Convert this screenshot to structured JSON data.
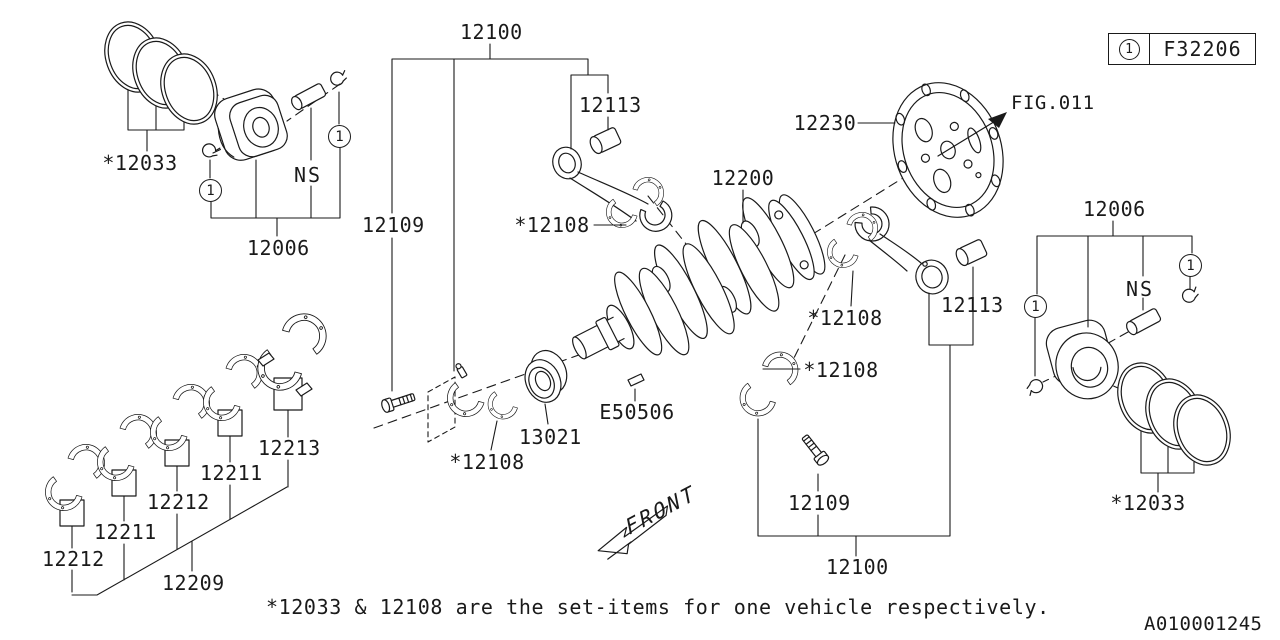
{
  "figure": {
    "caption": "*12033 & 12108 are the set-items for one vehicle respectively.",
    "doc_number": "A010001245"
  },
  "legend": {
    "ref_mark": "1",
    "part_no": "F32206"
  },
  "annotations": {
    "front": "FRONT",
    "fig_ref": "FIG.011",
    "ns": "NS",
    "ref_mark": "1"
  },
  "parts": {
    "piston_ring_set": "*12033",
    "piston_assembly": "12006",
    "short_block_assembly": "12100",
    "connecting_rod_bolt": "12109",
    "connecting_rod_bearing_set": "*12108",
    "connecting_rod_bushing": "12113",
    "crankshaft": "12200",
    "drive_plate": "12230",
    "crankshaft_sprocket": "13021",
    "key": "E50506",
    "main_bearing_set": "12209",
    "main_bearing_center": "12212",
    "main_bearing": "12211",
    "main_bearing_thrust": "12213"
  }
}
